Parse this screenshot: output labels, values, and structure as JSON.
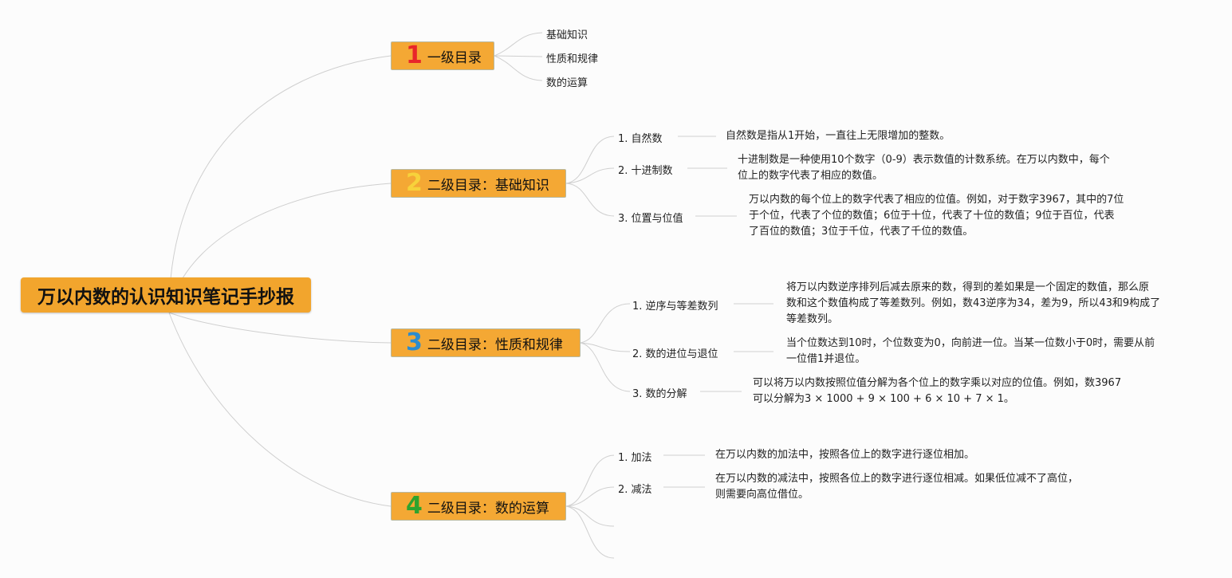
{
  "root": {
    "title": "万以内数的认识知识笔记手抄报"
  },
  "branches": [
    {
      "num": "1",
      "num_color": "#e8262a",
      "label": "一级目录",
      "items": [
        {
          "label": "基础知识"
        },
        {
          "label": "性质和规律"
        },
        {
          "label": "数的运算"
        }
      ]
    },
    {
      "num": "2",
      "num_color": "#f7d23b",
      "label": "二级目录：基础知识",
      "items": [
        {
          "label": "1. 自然数",
          "desc": [
            "自然数是指从1开始，一直往上无限增加的整数。"
          ]
        },
        {
          "label": "2. 十进制数",
          "desc": [
            "十进制数是一种使用10个数字（0-9）表示数值的计数系统。在万以内数中，每个",
            "位上的数字代表了相应的数值。"
          ]
        },
        {
          "label": "3. 位置与位值",
          "desc": [
            "万以内数的每个位上的数字代表了相应的位值。例如，对于数字3967，其中的7位",
            "于个位，代表了个位的数值；6位于十位，代表了十位的数值；9位于百位，代表",
            "了百位的数值；3位于千位，代表了千位的数值。"
          ]
        }
      ]
    },
    {
      "num": "3",
      "num_color": "#2c8ccf",
      "label": "二级目录：性质和规律",
      "items": [
        {
          "label": "1. 逆序与等差数列",
          "desc": [
            "将万以内数逆序排列后减去原来的数，得到的差如果是一个固定的数值，那么原",
            "数和这个数值构成了等差数列。例如，数43逆序为34，差为9，所以43和9构成了",
            "等差数列。"
          ]
        },
        {
          "label": "2. 数的进位与退位",
          "desc": [
            "当个位数达到10时，个位数变为0，向前进一位。当某一位数小于0时，需要从前",
            "一位借1并退位。"
          ]
        },
        {
          "label": "3. 数的分解",
          "desc": [
            "可以将万以内数按照位值分解为各个位上的数字乘以对应的位值。例如，数3967",
            "可以分解为3 × 1000 + 9 × 100 + 6 × 10 + 7 × 1。"
          ]
        }
      ]
    },
    {
      "num": "4",
      "num_color": "#2ea32e",
      "label": "二级目录：数的运算",
      "items": [
        {
          "label": "1. 加法",
          "desc": [
            "在万以内数的加法中，按照各位上的数字进行逐位相加。"
          ]
        },
        {
          "label": "2. 减法",
          "desc": [
            "在万以内数的减法中，按照各位上的数字进行逐位相减。如果低位减不了高位，",
            "则需要向高位借位。"
          ]
        }
      ]
    }
  ]
}
